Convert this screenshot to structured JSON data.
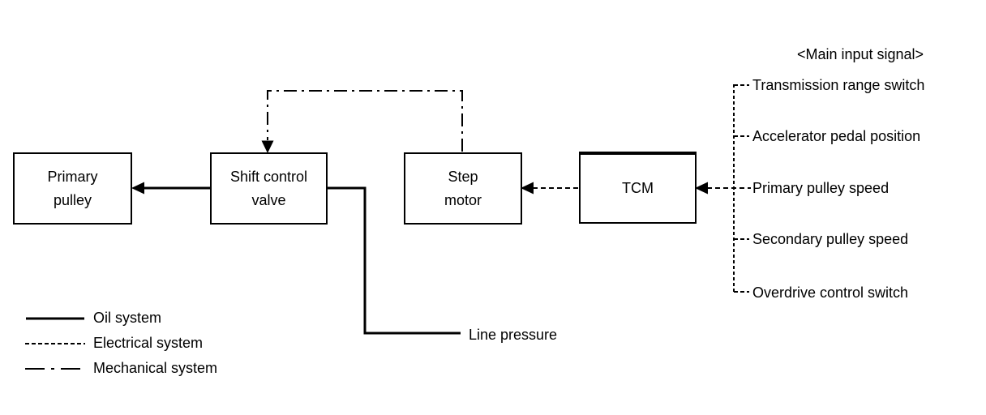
{
  "boxes": [
    {
      "id": "primary-pulley",
      "lines": [
        "Primary",
        "pulley"
      ]
    },
    {
      "id": "shift-control-valve",
      "lines": [
        "Shift control",
        "valve"
      ]
    },
    {
      "id": "step-motor",
      "lines": [
        "Step",
        "motor"
      ]
    },
    {
      "id": "tcm",
      "lines": [
        "TCM"
      ]
    }
  ],
  "labels": {
    "line_pressure": "Line pressure"
  },
  "main_input": {
    "header": "<Main input signal>",
    "signals": [
      "Transmission range switch",
      "Accelerator pedal position",
      "Primary pulley speed",
      "Secondary pulley speed",
      "Overdrive control switch"
    ]
  },
  "legend": {
    "items": [
      {
        "line_style": "solid",
        "label": "Oil system"
      },
      {
        "line_style": "dashed",
        "label": "Electrical system"
      },
      {
        "line_style": "dash-dot",
        "label": "Mechanical system"
      }
    ]
  },
  "connections": [
    {
      "from": "Shift control valve",
      "to": "Primary pulley",
      "type": "oil"
    },
    {
      "from": "Shift control valve",
      "to": "Line pressure",
      "type": "oil"
    },
    {
      "from": "TCM",
      "to": "Step motor",
      "type": "electrical"
    },
    {
      "from": "Main input signals",
      "to": "TCM",
      "type": "electrical"
    },
    {
      "from": "Step motor",
      "to": "Shift control valve",
      "type": "mechanical"
    }
  ],
  "colors": {
    "line": "#000000",
    "background": "#ffffff"
  }
}
